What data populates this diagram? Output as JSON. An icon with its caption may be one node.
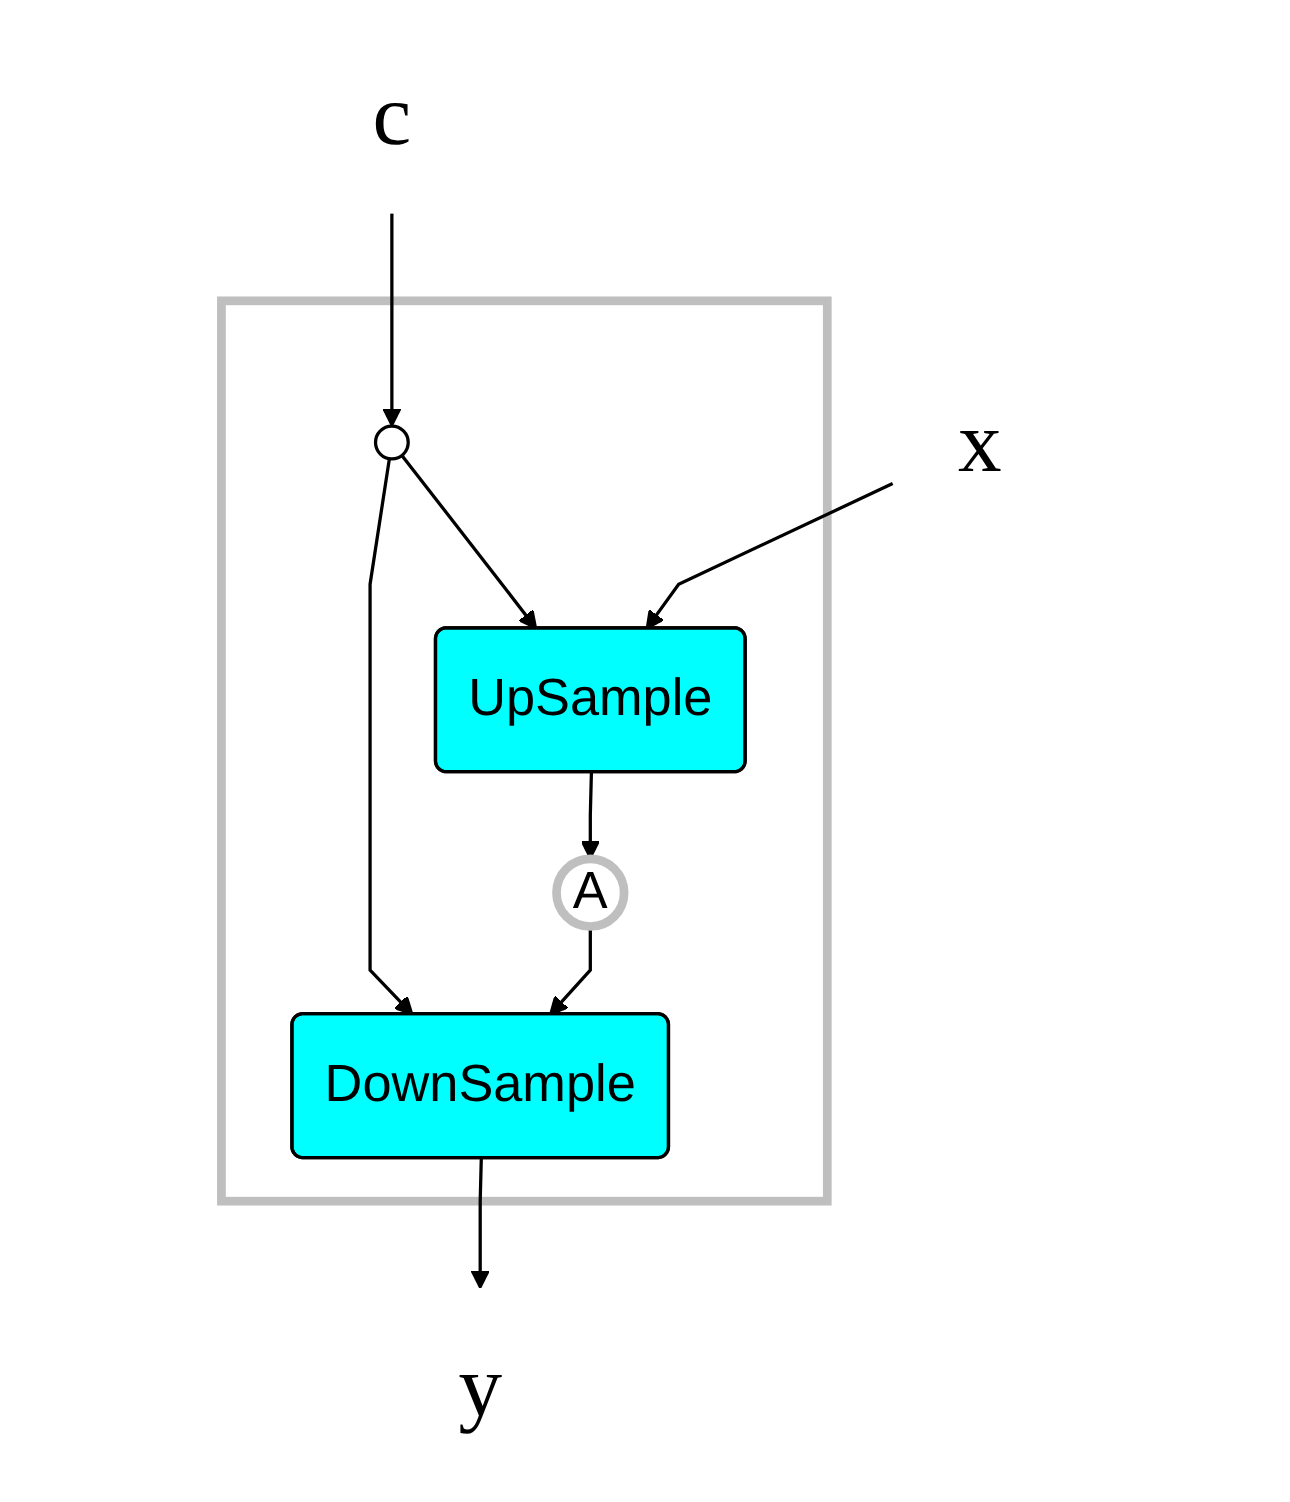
{
  "diagram": {
    "nodes": [
      {
        "text": [
          "c"
        ]
      },
      {
        "text": [
          "x"
        ]
      },
      {
        "text": [],
        "shape": "box"
      },
      {
        "text": [
          "UpSample"
        ],
        "in": 2
      },
      {
        "text": [],
        "shape": "circle",
        "in": 2
      },
      {
        "text": [
          "A"
        ],
        "in": 2
      },
      {
        "text": [
          "DownSample"
        ],
        "in": 2
      },
      {
        "text": [
          "y"
        ]
      }
    ],
    "edges": [
      {
        "from": 1,
        "to": 3,
        "arrow": "to"
      },
      {
        "from": 0,
        "to": 4,
        "arrow": "to"
      },
      {
        "from": 4,
        "to": 3,
        "arrow": "to"
      },
      {
        "from": 3,
        "to": 5,
        "arrow": "to"
      },
      {
        "from": 4,
        "to": 6,
        "arrow": "to"
      },
      {
        "from": 5,
        "to": 6,
        "arrow": "to"
      },
      {
        "from": 6,
        "to": 7,
        "arrow": "to"
      }
    ]
  }
}
